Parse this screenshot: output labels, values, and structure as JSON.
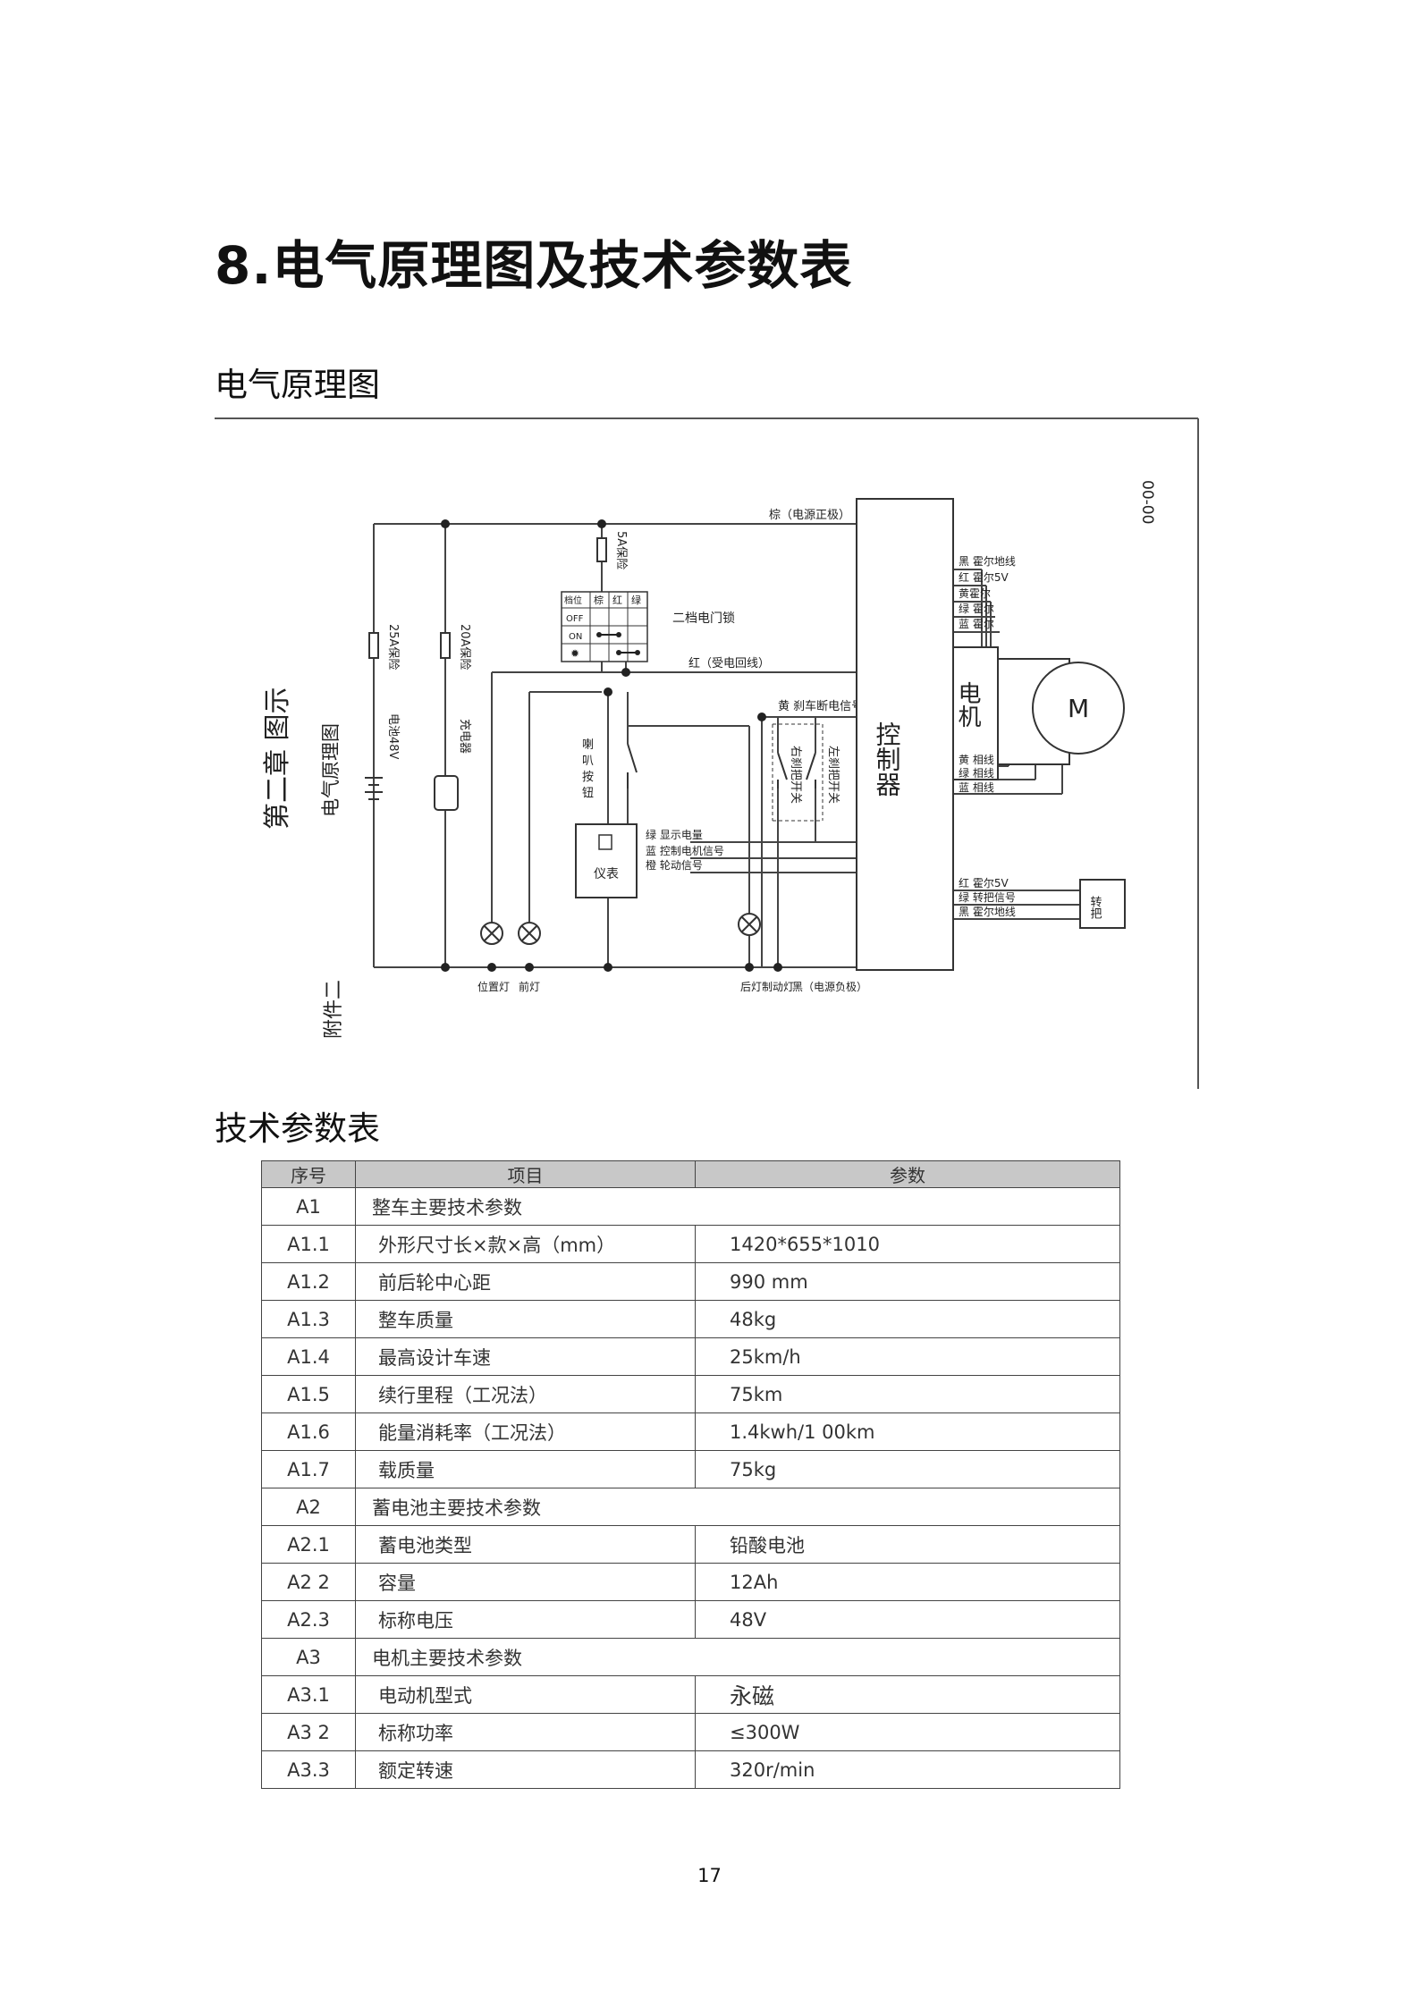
{
  "heading": "8.电气原理图及技术参数表",
  "diagram_heading": "电气原理图",
  "table_heading": "技术参数表",
  "diagram": {
    "corner_code": "00-00",
    "chapter": "第二章 图示",
    "subtitle": "电气原理图",
    "appendix": "附件二",
    "controller": "控制器",
    "motor": "电机",
    "motor_symbol": "M",
    "throttle": "转把",
    "meter": "仪表",
    "fuse_25a": "25A保险",
    "fuse_20a": "20A保险",
    "fuse_5a": "5A保险",
    "battery": "电池48V",
    "charger": "充电器",
    "lock": "二档电门锁",
    "lock_header": "档位",
    "lock_cols": [
      "档位",
      "棕",
      "红",
      "绿"
    ],
    "lock_off": "OFF",
    "lock_on": "ON",
    "horn_button": "喇叭按钮",
    "right_brake": "右刹把开关",
    "left_brake": "左刹把开关",
    "brake_signal": "黄 刹车断电信号",
    "power_pos": "棕（电源正极）",
    "lock_wire": "红（受电回线）",
    "power_neg": "黑（电源负极）",
    "hall_wires": [
      "黑 霍尔地线",
      "红 霍尔5V",
      "黄霍尔",
      "绿 霍尔",
      "蓝 霍尔"
    ],
    "phase_wires": [
      "黄 相线",
      "绿 相线",
      "蓝 相线"
    ],
    "throttle_wires": [
      "红 霍尔5V",
      "绿 转把信号",
      "黑 霍尔地线"
    ],
    "meter_wires": [
      "绿 显示电量",
      "蓝 控制电机信号",
      "橙 轮动信号"
    ],
    "position_lamp": "位置灯",
    "headlamp": "前灯",
    "tail_lamp": "后灯制动灯"
  },
  "table": {
    "headers": [
      "序号",
      "项目",
      "参数"
    ],
    "rows": [
      {
        "id": "A1",
        "item": "整车主要技术参数",
        "value": ""
      },
      {
        "id": "A1.1",
        "item": "外形尺寸长×款×高（mm）",
        "value": "1420*655*1010"
      },
      {
        "id": "A1.2",
        "item": "前后轮中心距",
        "value": "990 mm"
      },
      {
        "id": "A1.3",
        "item": "整车质量",
        "value": "48kg"
      },
      {
        "id": "A1.4",
        "item": "最高设计车速",
        "value": "25km/h"
      },
      {
        "id": "A1.5",
        "item": "续行里程（工况法）",
        "value": "75km"
      },
      {
        "id": "A1.6",
        "item": "能量消耗率（工况法）",
        "value": "1.4kwh/1 00km"
      },
      {
        "id": "A1.7",
        "item": "载质量",
        "value": "75kg"
      },
      {
        "id": "A2",
        "item": "蓄电池主要技术参数",
        "value": ""
      },
      {
        "id": "A2.1",
        "item": "蓄电池类型",
        "value": "铅酸电池"
      },
      {
        "id": "A2 2",
        "item": "容量",
        "value": "12Ah"
      },
      {
        "id": "A2.3",
        "item": "标称电压",
        "value": "48V"
      },
      {
        "id": "A3",
        "item": "电机主要技术参数",
        "value": ""
      },
      {
        "id": "A3.1",
        "item": "电动机型式",
        "value": "永磁"
      },
      {
        "id": "A3 2",
        "item": "标称功率",
        "value": "≤300W"
      },
      {
        "id": "A3.3",
        "item": "额定转速",
        "value": "320r/min"
      }
    ]
  },
  "page_number": "17"
}
